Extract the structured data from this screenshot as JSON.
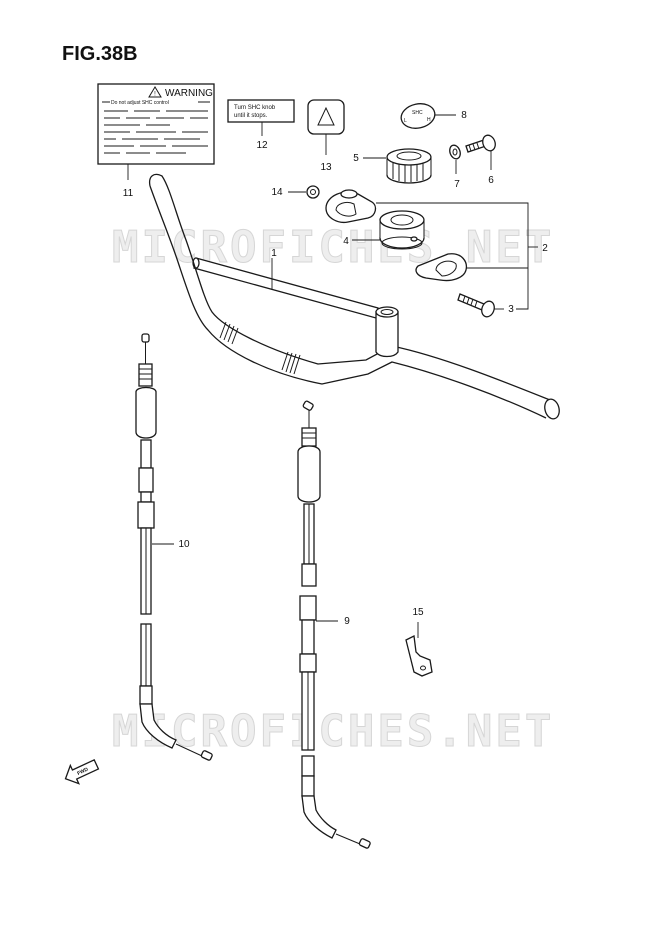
{
  "figure": {
    "title": "FIG.38B",
    "watermark": "MICROFICHES.NET"
  },
  "labels": {
    "warning_title": "WARNING",
    "warning_first_line": "Do not adjust SHC control",
    "shc_line1": "Turn SHC knob",
    "shc_line2": "until it stops.",
    "knob_label_top": "SHC",
    "knob_label_left": "L",
    "knob_label_right": "H",
    "fwd_arrow": "FWD"
  },
  "callouts": [
    {
      "id": "1",
      "text": "1"
    },
    {
      "id": "2",
      "text": "2"
    },
    {
      "id": "3",
      "text": "3"
    },
    {
      "id": "4",
      "text": "4"
    },
    {
      "id": "5",
      "text": "5"
    },
    {
      "id": "6",
      "text": "6"
    },
    {
      "id": "7",
      "text": "7"
    },
    {
      "id": "8",
      "text": "8"
    },
    {
      "id": "9",
      "text": "9"
    },
    {
      "id": "10",
      "text": "10"
    },
    {
      "id": "11",
      "text": "11"
    },
    {
      "id": "12",
      "text": "12"
    },
    {
      "id": "13",
      "text": "13"
    },
    {
      "id": "14",
      "text": "14"
    },
    {
      "id": "15",
      "text": "15"
    }
  ]
}
